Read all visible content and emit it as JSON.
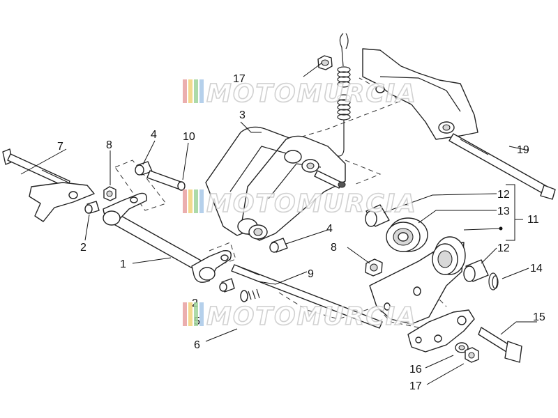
{
  "diagram": {
    "callouts": [
      {
        "id": "c1",
        "label": "1"
      },
      {
        "id": "c2a",
        "label": "2"
      },
      {
        "id": "c2b",
        "label": "2"
      },
      {
        "id": "c3",
        "label": "3"
      },
      {
        "id": "c4a",
        "label": "4"
      },
      {
        "id": "c4b",
        "label": "4"
      },
      {
        "id": "c5",
        "label": "5"
      },
      {
        "id": "c6",
        "label": "6"
      },
      {
        "id": "c7",
        "label": "7"
      },
      {
        "id": "c8a",
        "label": "8"
      },
      {
        "id": "c8b",
        "label": "8"
      },
      {
        "id": "c9",
        "label": "9"
      },
      {
        "id": "c10",
        "label": "10"
      },
      {
        "id": "c11",
        "label": "11"
      },
      {
        "id": "c12a",
        "label": "12"
      },
      {
        "id": "c12b",
        "label": "12"
      },
      {
        "id": "c13",
        "label": "13"
      },
      {
        "id": "c14",
        "label": "14"
      },
      {
        "id": "c15",
        "label": "15"
      },
      {
        "id": "c16",
        "label": "16"
      },
      {
        "id": "c17a",
        "label": "17"
      },
      {
        "id": "c17b",
        "label": "17"
      },
      {
        "id": "c19",
        "label": "19"
      }
    ]
  },
  "watermark": {
    "text": "MOTOMURCIA",
    "stripe_colors": [
      "#e8a0a0",
      "#f1d27a",
      "#9fd49a",
      "#a8c8e8"
    ]
  }
}
